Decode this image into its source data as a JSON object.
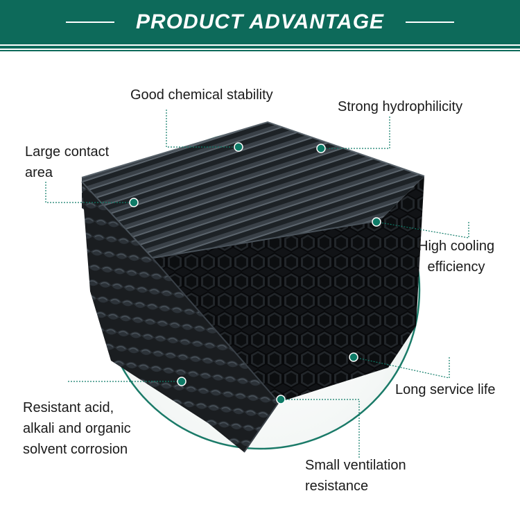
{
  "banner": {
    "title": "PRODUCT ADVANTAGE"
  },
  "product_image": {
    "subject": "black PVC honeycomb cooling tower fill pack"
  },
  "callouts": {
    "chemical_stability": "Good chemical stability",
    "hydrophilicity": "Strong hydrophilicity",
    "contact_area": "Large contact\narea",
    "cooling_efficiency": "High cooling\nefficiency",
    "service_life": "Long service life",
    "corrosion": "Resistant acid,\nalkali and organic\nsolvent corrosion",
    "ventilation": "Small ventilation\nresistance"
  },
  "colors": {
    "banner": "#0d6a5a",
    "accent_dot": "#0e7b67",
    "leader_line": "#0e7b67",
    "circle_ring": "#1a7a68",
    "product": "#1c1f22"
  }
}
